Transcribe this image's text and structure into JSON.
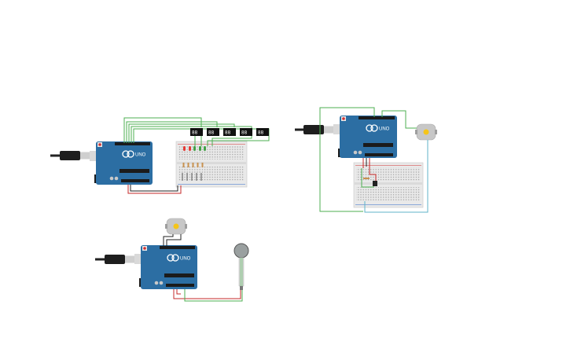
{
  "colors": {
    "board": "#2c6ea3",
    "board_dark": "#1d4f78",
    "wire_green": "#4caf50",
    "wire_red": "#c62828",
    "wire_black": "#222222",
    "wire_teal": "#5fb3c9",
    "breadboard": "#e9e9e9",
    "motor": "#c7c7c7"
  },
  "circuits": {
    "a": {
      "board_label": "UNO",
      "displays": [
        "88",
        "88",
        "88",
        "88",
        "88"
      ]
    },
    "b": {
      "board_label": "UNO"
    },
    "c": {
      "board_label": "UNO"
    }
  }
}
